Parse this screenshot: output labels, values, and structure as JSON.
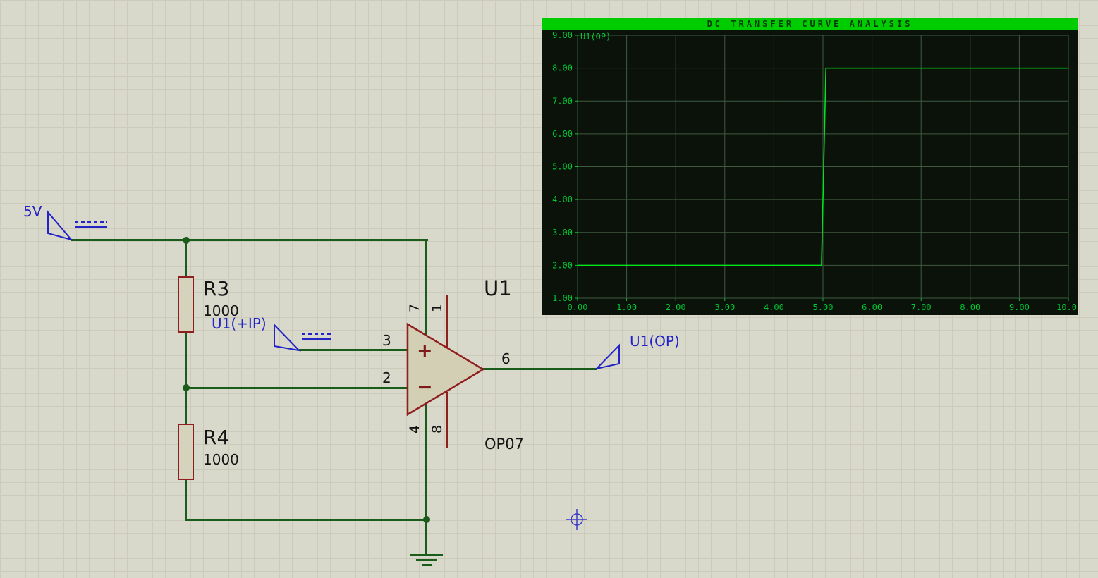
{
  "colors": {
    "canvas_bg": "#d9d9cb",
    "wire_green": "#1a5c1a",
    "component_maroon": "#8f1f1f",
    "probe_blue": "#2323c8",
    "opamp_fill": "#d2cfb4",
    "graph_bg": "#0a120a",
    "graph_titlebar": "#00cd00",
    "graph_grid": "#3f5a3f",
    "graph_text": "#00c832",
    "graph_trace": "#00e41e"
  },
  "schematic": {
    "source_5v": {
      "label": "5V"
    },
    "gen_inp": {
      "label": "U1(+IP)"
    },
    "probe_out": {
      "label": "U1(OP)"
    },
    "r3": {
      "ref": "R3",
      "value": "1000"
    },
    "r4": {
      "ref": "R4",
      "value": "1000"
    },
    "u1": {
      "ref": "U1",
      "part": "OP07",
      "plus_sign": "+",
      "minus_sign": "−",
      "pin_noninv": "3",
      "pin_inv": "2",
      "pin_out": "6",
      "pin_vpos": "7",
      "pin_bal1": "1",
      "pin_vneg": "4",
      "pin_bal2": "8"
    }
  },
  "graph": {
    "title": "DC TRANSFER CURVE ANALYSIS",
    "legend": "U1(OP)"
  },
  "chart_data": {
    "type": "line",
    "title": "DC TRANSFER CURVE ANALYSIS",
    "series": [
      {
        "name": "U1(OP)",
        "x": [
          0,
          4.97,
          5.06,
          10
        ],
        "y": [
          2.0,
          2.0,
          8.0,
          8.0
        ]
      }
    ],
    "xlim": [
      0,
      10
    ],
    "ylim": [
      1,
      9
    ],
    "x_ticks": [
      0,
      1,
      2,
      3,
      4,
      5,
      6,
      7,
      8,
      9,
      10
    ],
    "x_tick_labels": [
      "0.00",
      "1.00",
      "2.00",
      "3.00",
      "4.00",
      "5.00",
      "6.00",
      "7.00",
      "8.00",
      "9.00",
      "10.0"
    ],
    "y_ticks": [
      1,
      2,
      3,
      4,
      5,
      6,
      7,
      8,
      9
    ],
    "y_tick_labels": [
      "1.00",
      "2.00",
      "3.00",
      "4.00",
      "5.00",
      "6.00",
      "7.00",
      "8.00",
      "9.00"
    ],
    "grid": true,
    "legend_position": "top-left",
    "xlabel": "",
    "ylabel": ""
  }
}
